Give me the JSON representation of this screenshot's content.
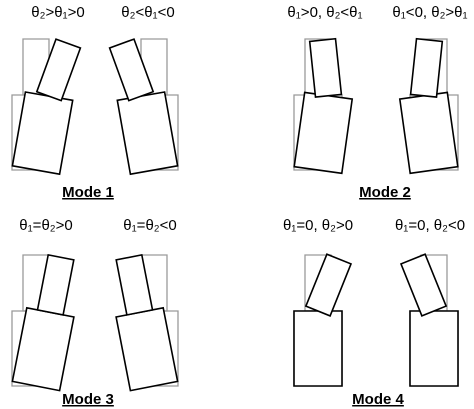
{
  "panels": [
    {
      "mode_label": "Mode 1",
      "cases": [
        {
          "label": "θ₂>θ₁>0",
          "theta1_deg": 10,
          "theta2_deg": 20
        },
        {
          "label": "θ₂<θ₁<0",
          "theta1_deg": -10,
          "theta2_deg": -20
        }
      ]
    },
    {
      "mode_label": "Mode 2",
      "cases": [
        {
          "label": "θ₁>0, θ₂<θ₁",
          "theta1_deg": 8,
          "theta2_deg": -6
        },
        {
          "label": "θ₁<0, θ₂>θ₁",
          "theta1_deg": -8,
          "theta2_deg": 6
        }
      ]
    },
    {
      "mode_label": "Mode 3",
      "cases": [
        {
          "label": "θ₁=θ₂>0",
          "theta1_deg": 11,
          "theta2_deg": 11
        },
        {
          "label": "θ₁=θ₂<0",
          "theta1_deg": -11,
          "theta2_deg": -11
        }
      ]
    },
    {
      "mode_label": "Mode 4",
      "cases": [
        {
          "label": "θ₁=0, θ₂>0",
          "theta1_deg": 0,
          "theta2_deg": 22
        },
        {
          "label": "θ₁=0, θ₂<0",
          "theta1_deg": 0,
          "theta2_deg": -22
        }
      ]
    }
  ]
}
